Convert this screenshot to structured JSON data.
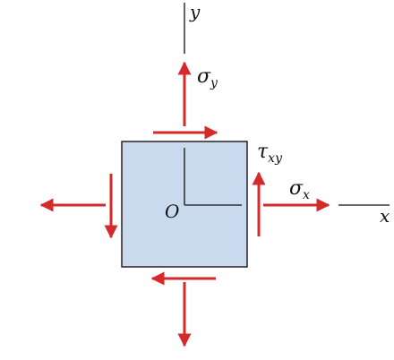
{
  "diagram": {
    "axis_x_label": "x",
    "axis_y_label": "y",
    "origin_label": "O",
    "sigma_symbol": "σ",
    "tau_symbol": "τ",
    "sigma_x_sub": "x",
    "sigma_y_sub": "y",
    "tau_xy_sub": "xy",
    "colors": {
      "element_fill": "#c9daee",
      "element_stroke": "#222222",
      "arrow": "#d42a2a",
      "axis": "#111111"
    }
  }
}
